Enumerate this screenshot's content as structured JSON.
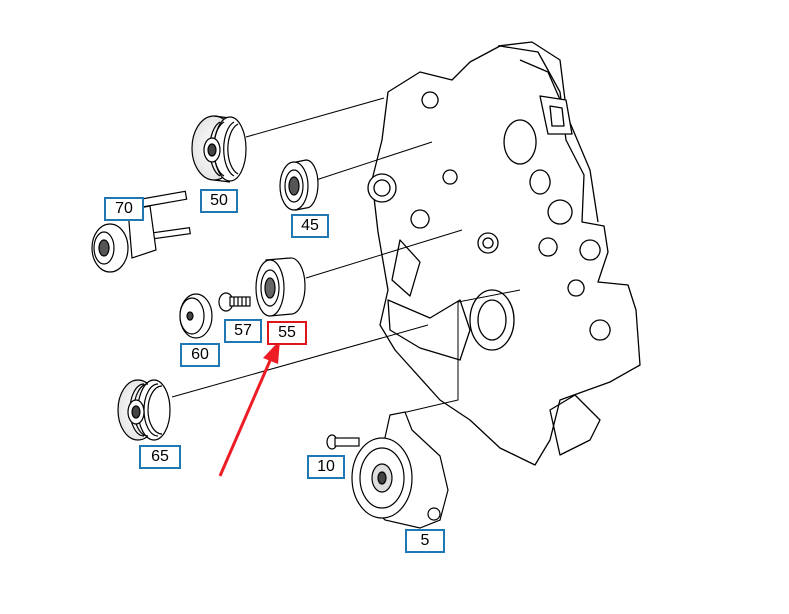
{
  "callouts": {
    "c70": "70",
    "c50": "50",
    "c45": "45",
    "c57": "57",
    "c55": "55",
    "c60": "60",
    "c65": "65",
    "c10": "10",
    "c5": "5"
  },
  "colors": {
    "callout_border": "#1f78b4",
    "highlight_border": "#e0141b",
    "arrow": "#ee1c24",
    "line": "#000000"
  },
  "icons": {
    "arrow": "red-arrow-icon"
  },
  "highlighted_part": "55"
}
